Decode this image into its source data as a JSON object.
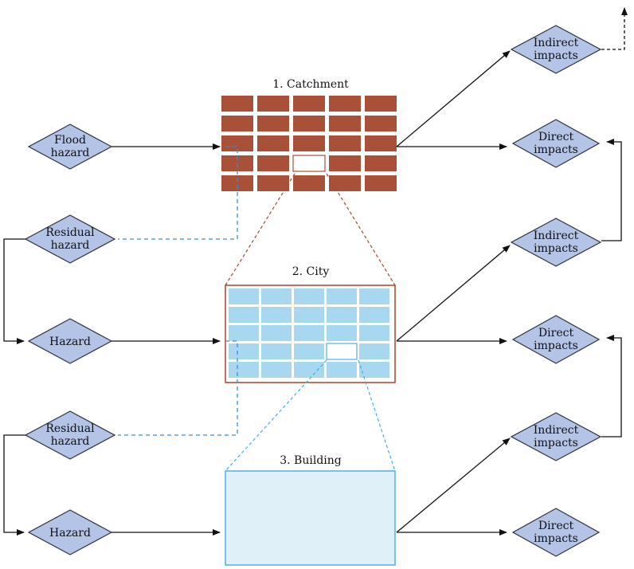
{
  "colors": {
    "diamond_fill": "#b4c4e6",
    "catchment": "#a85038",
    "city_cell": "#a8d8f0",
    "city_border": "#a8442c",
    "building_fill": "#dff0f8",
    "building_border": "#50b0e0",
    "dash_red": "#a84a34",
    "dash_blue": "#3a8fd6",
    "dash_cyan": "#40b0e0"
  },
  "scales": {
    "catchment": {
      "title": "1. Catchment"
    },
    "city": {
      "title": "2. City"
    },
    "building": {
      "title": "3. Building"
    }
  },
  "nodes": {
    "flood_hazard": {
      "lines": [
        "Flood",
        "hazard"
      ]
    },
    "residual_hazard_1": {
      "lines": [
        "Residual",
        "hazard"
      ]
    },
    "hazard_city": {
      "lines": [
        "Hazard"
      ]
    },
    "residual_hazard_2": {
      "lines": [
        "Residual",
        "hazard"
      ]
    },
    "hazard_building": {
      "lines": [
        "Hazard"
      ]
    },
    "indirect_impacts_1": {
      "lines": [
        "Indirect",
        "impacts"
      ]
    },
    "direct_impacts_1": {
      "lines": [
        "Direct",
        "impacts"
      ]
    },
    "indirect_impacts_2": {
      "lines": [
        "Indirect",
        "impacts"
      ]
    },
    "direct_impacts_2": {
      "lines": [
        "Direct",
        "impacts"
      ]
    },
    "indirect_impacts_3": {
      "lines": [
        "Indirect",
        "impacts"
      ]
    },
    "direct_impacts_3": {
      "lines": [
        "Direct",
        "impacts"
      ]
    }
  }
}
